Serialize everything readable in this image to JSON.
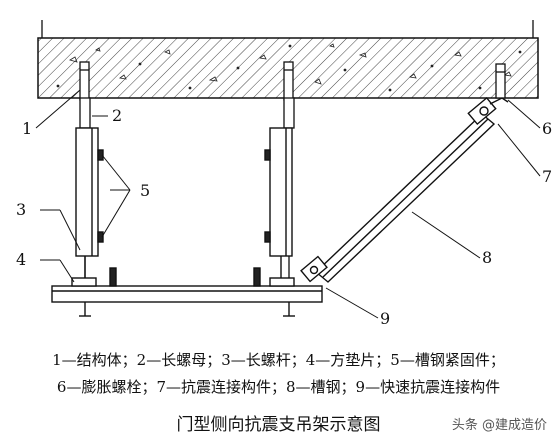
{
  "labels": [
    "1",
    "2",
    "3",
    "4",
    "5",
    "6",
    "7",
    "8",
    "9"
  ],
  "legend_line1": "1—结构体；2—长螺母；3—长螺杆；4—方垫片；5—槽钢紧固件；",
  "legend_line2": "6—膨胀螺栓；7—抗震连接构件；8—槽钢；9—快速抗震连接构件",
  "title": "门型侧向抗震支吊架示意图",
  "watermark": "头条 @建成造价",
  "colors": {
    "line": "#111111",
    "hatch": "#333333",
    "background": "#ffffff"
  }
}
